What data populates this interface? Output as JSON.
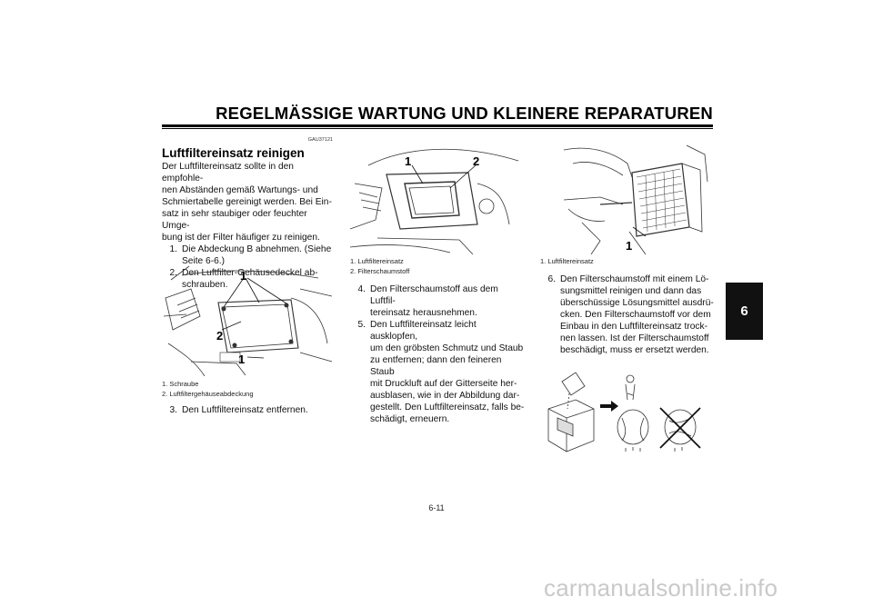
{
  "header": {
    "title": "REGELMÄSSIGE WARTUNG UND KLEINERE REPARATUREN"
  },
  "tab": {
    "label": "6"
  },
  "left_column": {
    "code": "GAU37121",
    "title": "Luftfiltereinsatz reinigen",
    "intro": [
      "Der Luftfiltereinsatz sollte in den empfohle-",
      "nen Abständen gemäß Wartungs- und",
      "Schmiertabelle gereinigt werden. Bei Ein-",
      "satz in sehr staubiger oder feuchter Umge-",
      "bung ist der Filter häufiger zu reinigen."
    ],
    "steps": [
      {
        "num": "1.",
        "lines": [
          "Die Abdeckung B abnehmen. (Siehe",
          "Seite 6-6.)"
        ]
      },
      {
        "num": "2.",
        "lines": [
          "Den Luftfilter-Gehäusedeckel ab-",
          "schrauben."
        ]
      }
    ],
    "figure_labels": {
      "top": "1",
      "mid": "2",
      "bottom": "1"
    },
    "captions": [
      "1. Schraube",
      "2. Luftfiltergehäuseabdeckung"
    ],
    "step3": {
      "num": "3.",
      "text": "Den Luftfiltereinsatz entfernen."
    }
  },
  "mid_column": {
    "figure_labels": {
      "a": "1",
      "b": "2"
    },
    "captions": [
      "1. Luftfiltereinsatz",
      "2. Filterschaumstoff"
    ],
    "steps": [
      {
        "num": "4.",
        "lines": [
          "Den Filterschaumstoff aus dem Luftfil-",
          "tereinsatz herausnehmen."
        ]
      },
      {
        "num": "5.",
        "lines": [
          "Den Luftfiltereinsatz leicht ausklopfen,",
          "um den gröbsten Schmutz und Staub",
          "zu entfernen; dann den feineren Staub",
          "mit Druckluft auf der Gitterseite her-",
          "ausblasen, wie in der Abbildung dar-",
          "gestellt. Den Luftfiltereinsatz, falls be-",
          "schädigt, erneuern."
        ]
      }
    ]
  },
  "right_column": {
    "figure_labels": {
      "a": "1"
    },
    "captions": [
      "1. Luftfiltereinsatz"
    ],
    "steps": [
      {
        "num": "6.",
        "lines": [
          "Den Filterschaumstoff mit einem Lö-",
          "sungsmittel reinigen und dann das",
          "überschüssige Lösungsmittel ausdrü-",
          "cken. Den Filterschaumstoff vor dem",
          "Einbau in den Luftfiltereinsatz trock-",
          "nen lassen. Ist der Filterschaumstoff",
          "beschädigt, muss er ersetzt werden."
        ]
      }
    ]
  },
  "footer": {
    "page": "6-11"
  },
  "watermark": {
    "text": "carmanualsonline.info"
  }
}
